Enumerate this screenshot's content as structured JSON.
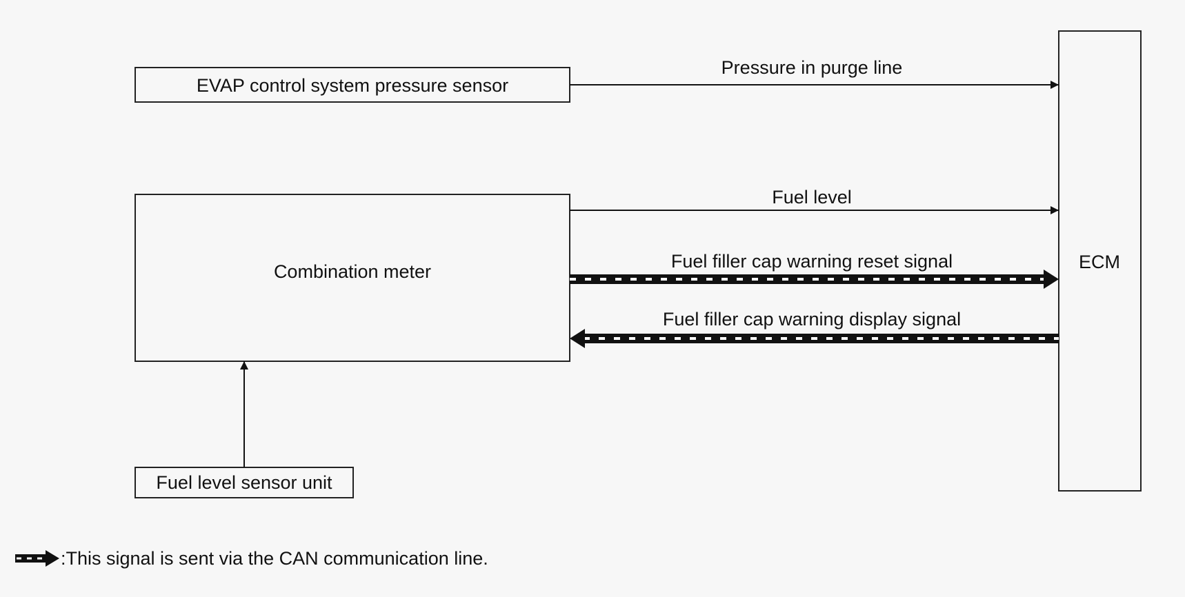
{
  "nodes": {
    "evap_sensor": "EVAP control system pressure sensor",
    "combination_meter": "Combination meter",
    "fuel_level_sensor_unit": "Fuel level sensor unit",
    "ecm": "ECM"
  },
  "signals": {
    "pressure_in_purge_line": "Pressure in purge line",
    "fuel_level": "Fuel level",
    "reset_signal": "Fuel filler cap warning reset signal",
    "display_signal": "Fuel filler cap warning display signal"
  },
  "legend": {
    "text": ":This signal is sent via the CAN communication line."
  }
}
